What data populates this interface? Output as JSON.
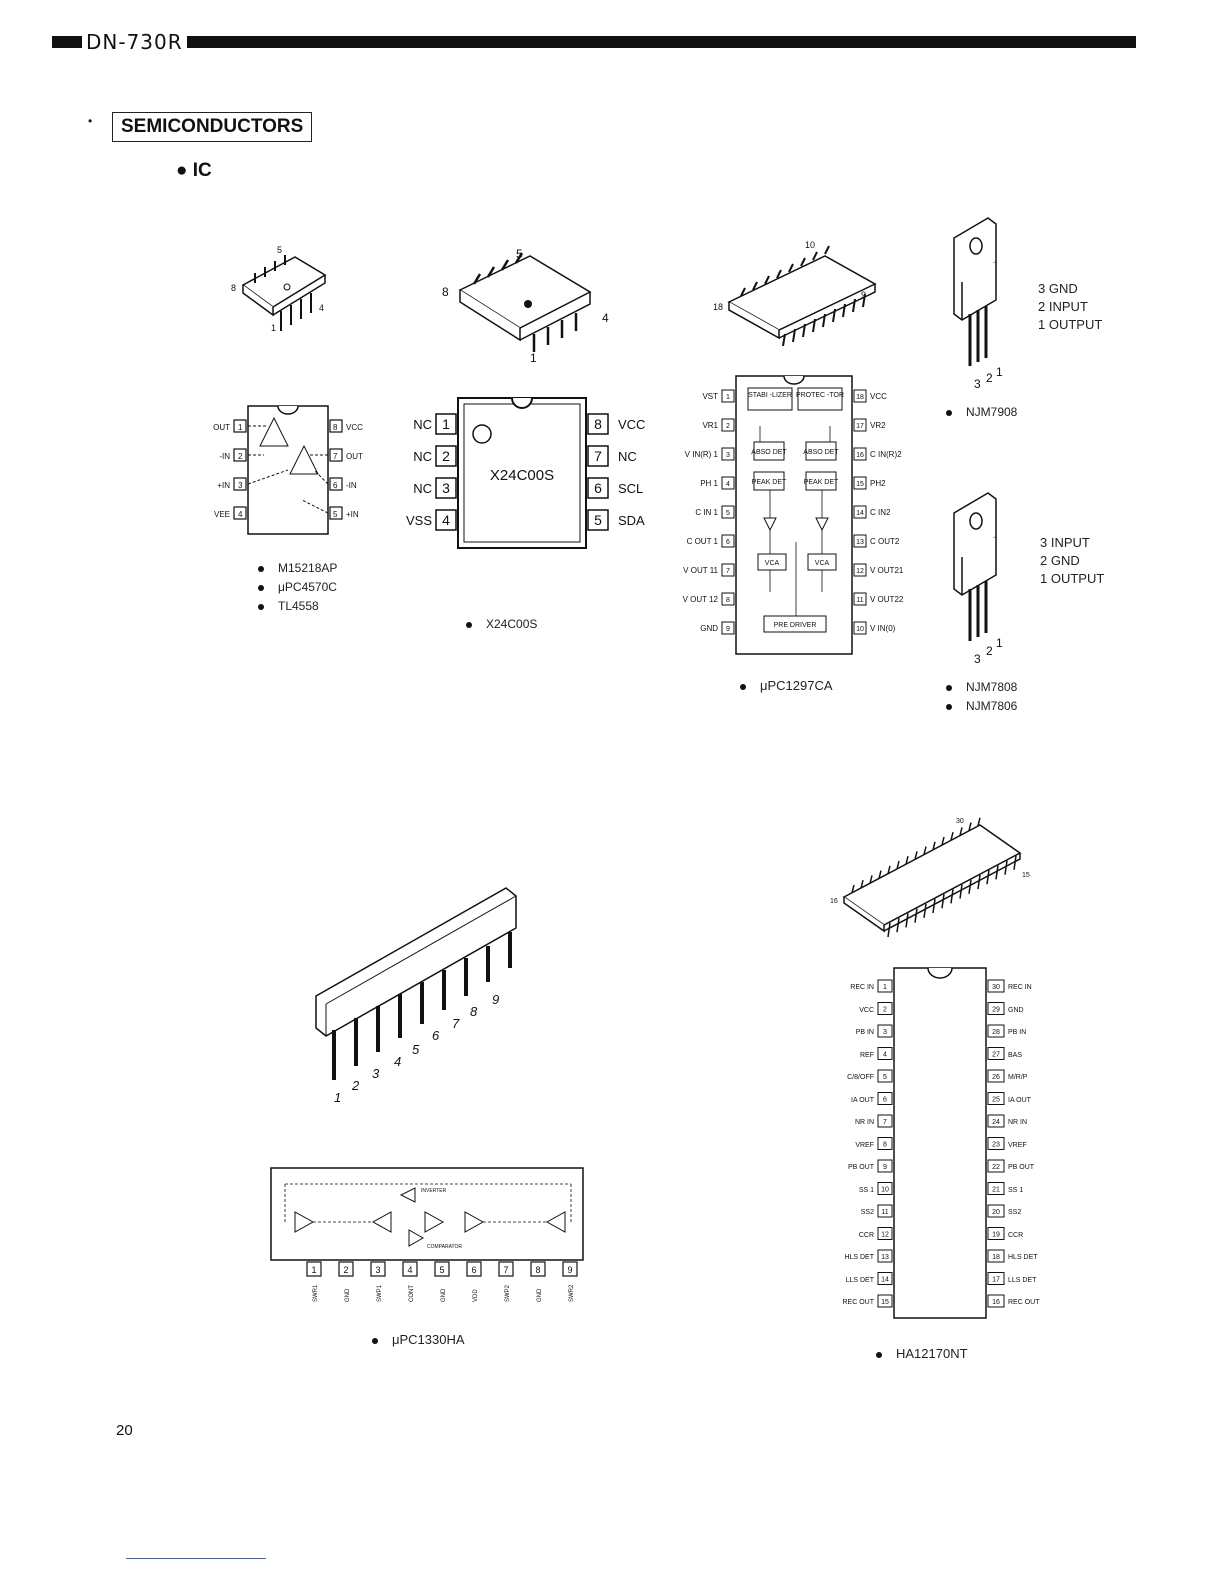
{
  "header": {
    "title": "DN-730R"
  },
  "section": {
    "title": "SEMICONDUCTORS",
    "subheading": "IC"
  },
  "page_number": "20",
  "chips": {
    "m15218": {
      "pins_left": [
        "OUT",
        "-IN",
        "+IN",
        "VEE"
      ],
      "pins_right": [
        "VCC",
        "OUT",
        "-IN",
        "+IN"
      ],
      "package_labels": [
        "5",
        "8",
        "1",
        "4"
      ],
      "captions": [
        "M15218AP",
        "μPC4570C",
        "TL4558"
      ]
    },
    "x24c00s": {
      "part": "X24C00S",
      "pins_left": [
        "NC",
        "NC",
        "NC",
        "VSS"
      ],
      "pins_right": [
        "VCC",
        "NC",
        "SCL",
        "SDA"
      ],
      "package_labels": [
        "5",
        "8",
        "4",
        "1"
      ],
      "caption": "X24C00S"
    },
    "upc1297ca": {
      "pins_left": [
        "VST",
        "VR1",
        "V IN(R) 1",
        "PH 1",
        "C IN 1",
        "C OUT 1",
        "V OUT 11",
        "V OUT 12",
        "GND"
      ],
      "pins_right": [
        "VCC",
        "VR2",
        "C IN(R)2",
        "PH2",
        "C IN2",
        "C OUT2",
        "V OUT21",
        "V OUT22",
        "V IN(0)"
      ],
      "blocks": [
        "STABI -LIZER",
        "PROTEC -TOR",
        "ABSO DET",
        "ABSO DET",
        "PEAK DET",
        "PEAK DET",
        "VCA",
        "VCA",
        "PRE DRIVER"
      ],
      "package_labels": [
        "10",
        "18",
        "9"
      ],
      "caption": "μPC1297CA"
    },
    "njm7908": {
      "legend": [
        "3 GND",
        "2 INPUT",
        "1 OUTPUT"
      ],
      "pin_numbers": [
        "3",
        "2",
        "1"
      ],
      "caption": "NJM7908"
    },
    "njm7808": {
      "legend": [
        "3 INPUT",
        "2 GND",
        "1 OUTPUT"
      ],
      "pin_numbers": [
        "3",
        "2",
        "1"
      ],
      "captions": [
        "NJM7808",
        "NJM7806"
      ]
    },
    "upc1330ha": {
      "pin_numbers": [
        "1",
        "2",
        "3",
        "4",
        "5",
        "6",
        "7",
        "8",
        "9"
      ],
      "pin_names": [
        "SWR1",
        "GND",
        "SWP1",
        "CONT",
        "GND",
        "VDD",
        "SWP2",
        "GND",
        "SWR2"
      ],
      "blocks": [
        "INVERTER",
        "COMPARATOR"
      ],
      "caption": "μPC1330HA"
    },
    "ha12170nt": {
      "pins_left": [
        "REC IN",
        "VCC",
        "PB IN",
        "REF",
        "C/8/OFF",
        "IA OUT",
        "NR IN",
        "VREF",
        "PB OUT",
        "SS 1",
        "SS2",
        "CCR",
        "HLS DET",
        "LLS DET",
        "REC OUT"
      ],
      "pins_right": [
        "REC IN",
        "GND",
        "PB IN",
        "BAS",
        "M/R/P",
        "IA OUT",
        "NR IN",
        "VREF",
        "PB OUT",
        "SS 1",
        "SS2",
        "CCR",
        "HLS DET",
        "LLS DET",
        "REC OUT"
      ],
      "package_labels": [
        "16",
        "15",
        "30"
      ],
      "caption": "HA12170NT"
    }
  }
}
